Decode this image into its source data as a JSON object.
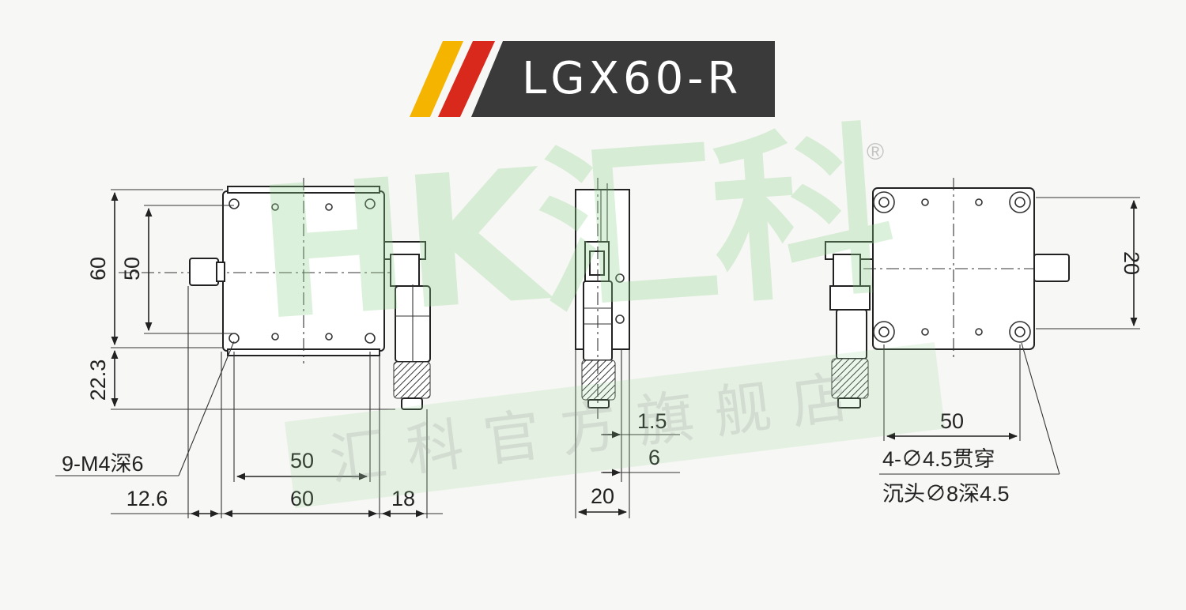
{
  "banner": {
    "title": "LGX60-R",
    "colors": {
      "stripe_yellow": "#f4b400",
      "stripe_red": "#d9281c",
      "background": "#3a3a3a",
      "text": "#ffffff"
    }
  },
  "watermark": {
    "logo_text": "HK汇科",
    "registered_mark": "®",
    "subtitle": "汇科官方旗舰店",
    "colors": {
      "green": "#8fd48a",
      "gray": "#9a9a9a"
    }
  },
  "front_view": {
    "dims": {
      "height_total": "60",
      "height_holes": "50",
      "offset_bottom": "22.3",
      "thread_note": "9-M4深6",
      "offset_left": "12.6",
      "width_holes": "50",
      "width_total": "60",
      "micrometer_width": "18"
    }
  },
  "side_view": {
    "dims": {
      "gap": "1.5",
      "offset": "6",
      "thickness": "20"
    }
  },
  "back_view": {
    "dims": {
      "hole_spacing_v": "20",
      "hole_spacing_h": "50",
      "through_hole_note": "4-∅4.5贯穿",
      "counterbore_note": "沉头∅8深4.5"
    }
  }
}
